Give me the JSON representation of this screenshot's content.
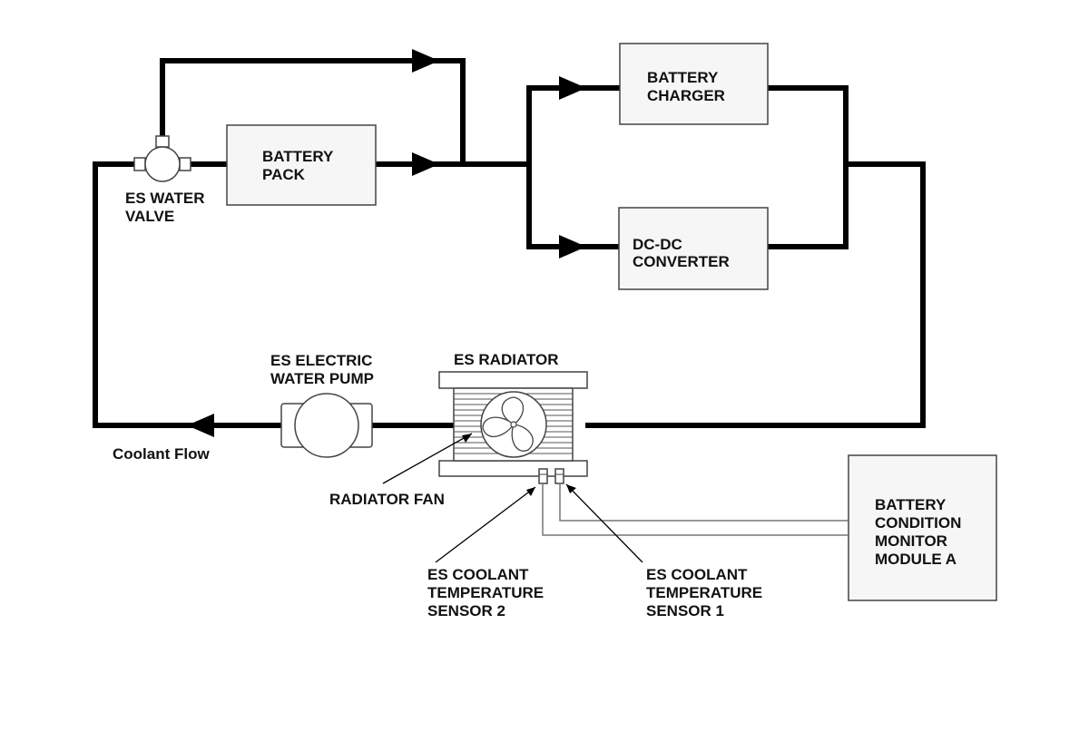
{
  "components": {
    "water_valve": [
      "ES WATER",
      "VALVE"
    ],
    "battery_pack": [
      "BATTERY",
      "PACK"
    ],
    "battery_charger": [
      "BATTERY",
      "CHARGER"
    ],
    "dc_dc_converter": [
      "DC-DC",
      "CONVERTER"
    ],
    "water_pump": [
      "ES ELECTRIC",
      "WATER PUMP"
    ],
    "radiator": "ES RADIATOR",
    "radiator_fan": "RADIATOR FAN",
    "temp_sensor_2": [
      "ES COOLANT",
      "TEMPERATURE",
      "SENSOR 2"
    ],
    "temp_sensor_1": [
      "ES COOLANT",
      "TEMPERATURE",
      "SENSOR 1"
    ],
    "monitor_module": [
      "BATTERY",
      "CONDITION",
      "MONITOR",
      "MODULE A"
    ]
  },
  "flow_label": "Coolant Flow",
  "colors": {
    "pipe": "#000000",
    "box_stroke": "#444444",
    "wire": "#777777"
  }
}
